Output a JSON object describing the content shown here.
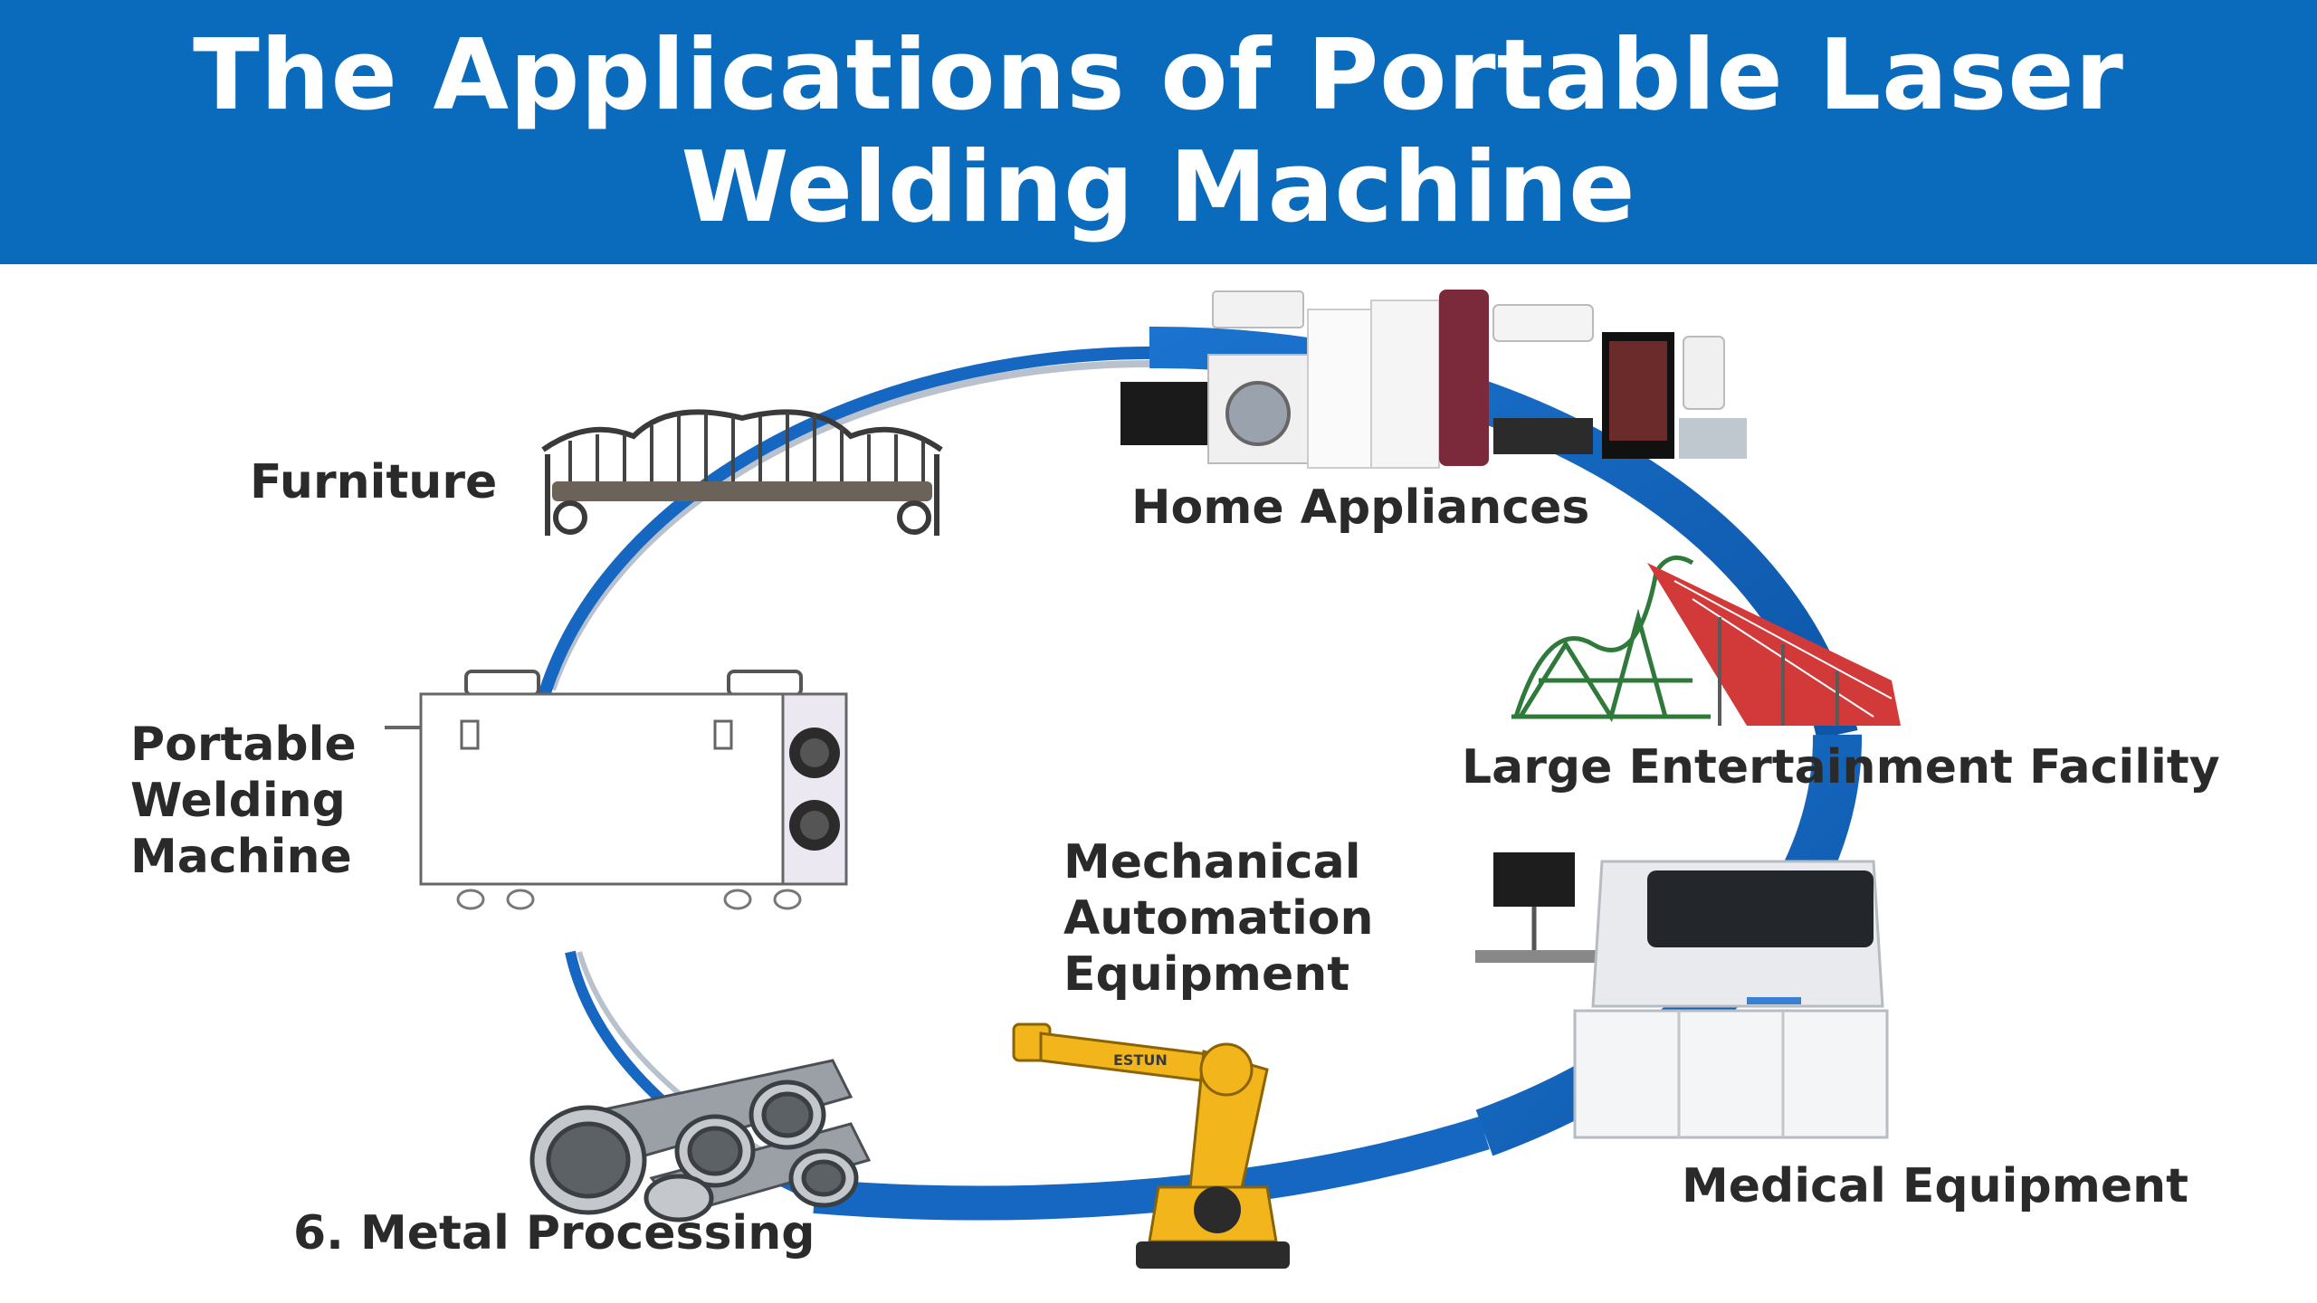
{
  "header": {
    "title_line1": "The Applications of Portable Laser",
    "title_line2": "Welding Machine",
    "background_color": "#0a6bbd"
  },
  "diagram": {
    "ring_color": "#1667c2",
    "center_item": {
      "label_lines": [
        "Portable",
        "Welding",
        "Machine"
      ],
      "icon": "portable-laser-welder-image"
    },
    "applications": [
      {
        "id": "furniture",
        "label": "Furniture",
        "icon": "metal-bench-image"
      },
      {
        "id": "home-appliances",
        "label": "Home Appliances",
        "icon": "appliances-image"
      },
      {
        "id": "entertainment",
        "label": "Large Entertainment Facility",
        "icon": "roller-coaster-image"
      },
      {
        "id": "medical",
        "label": "Medical Equipment",
        "icon": "medical-analyzer-image"
      },
      {
        "id": "automation",
        "label_lines": [
          "Mechanical",
          "Automation",
          "Equipment"
        ],
        "icon": "industrial-robot-arm-image"
      },
      {
        "id": "metal",
        "label": "6. Metal Processing",
        "icon": "metal-pipes-image"
      }
    ]
  }
}
